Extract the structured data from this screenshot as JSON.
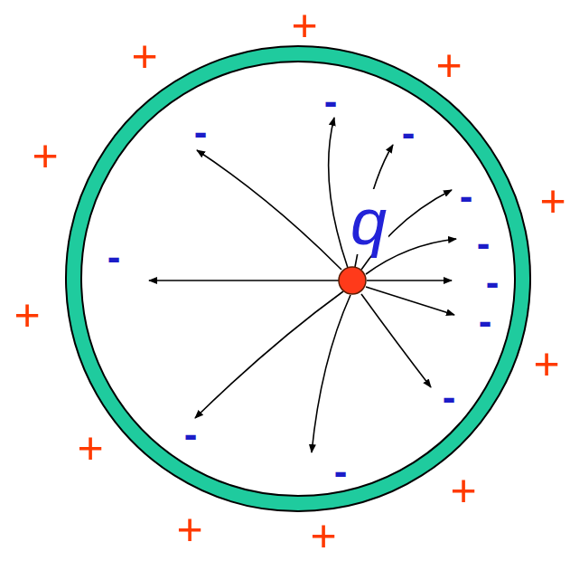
{
  "diagram": {
    "labels": [
      "q",
      "-",
      "-",
      "-",
      "-",
      "-",
      "-",
      "-",
      "-",
      "-",
      "-",
      "-",
      "+",
      "+",
      "+",
      "+",
      "+",
      "+",
      "+",
      "+",
      "+",
      "+",
      "+"
    ]
  }
}
